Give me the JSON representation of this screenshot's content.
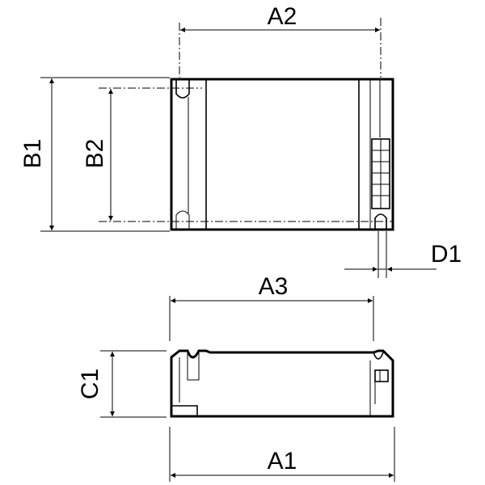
{
  "dimensions": {
    "a1": "A1",
    "a2": "A2",
    "a3": "A3",
    "b1": "B1",
    "b2": "B2",
    "c1": "C1",
    "d1": "D1"
  }
}
